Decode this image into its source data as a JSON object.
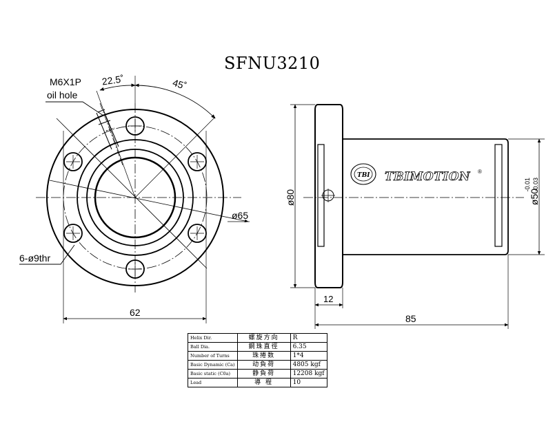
{
  "title": "SFNU3210",
  "front_view": {
    "oil_hole_thread": "M6X1P",
    "oil_hole_label": "oil hole",
    "angle_small": "22.5˚",
    "angle_large": "45˚",
    "bolt_circle": "ø65",
    "holes": "6-ø9thr",
    "width": "62"
  },
  "side_view": {
    "flange_dia": "ø80",
    "body_dia": "ø50",
    "body_tol_upper": "-0.01",
    "body_tol_lower": "-0.03",
    "flange_thickness": "12",
    "length": "85",
    "logo_text": "TBIMOTION",
    "logo_mark": "TBI",
    "logo_reg": "®"
  },
  "spec_table": {
    "rows": [
      {
        "en": "Helix Dir.",
        "zh": "螺旋方向",
        "value": "R"
      },
      {
        "en": "Ball Dia.",
        "zh": "鋼珠直徑",
        "value": "6.35"
      },
      {
        "en": "Number of Turns",
        "zh": "珠捲数",
        "value": "1*4"
      },
      {
        "en": "Basic Dynamic (Ca)",
        "zh": "动負荷",
        "value": "4805 kgf"
      },
      {
        "en": "Basic static (C0a)",
        "zh": "静負荷",
        "value": "12208 kgf"
      },
      {
        "en": "Lead",
        "zh": "導 程",
        "value": "10"
      }
    ]
  }
}
